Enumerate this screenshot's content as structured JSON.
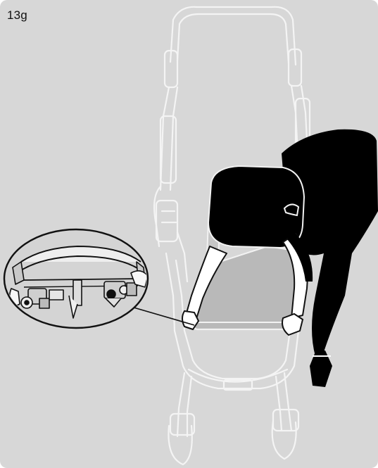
{
  "step": {
    "label": "13g"
  },
  "colors": {
    "background": "#d7d7d7",
    "outline": "#f2f2f2",
    "figure": "#000000",
    "seat": "#bdbdbd",
    "arm": "#ffffff"
  },
  "icons": {
    "illustration": "stroller-seat-installation",
    "detail": "magnified-seat-bracket"
  }
}
